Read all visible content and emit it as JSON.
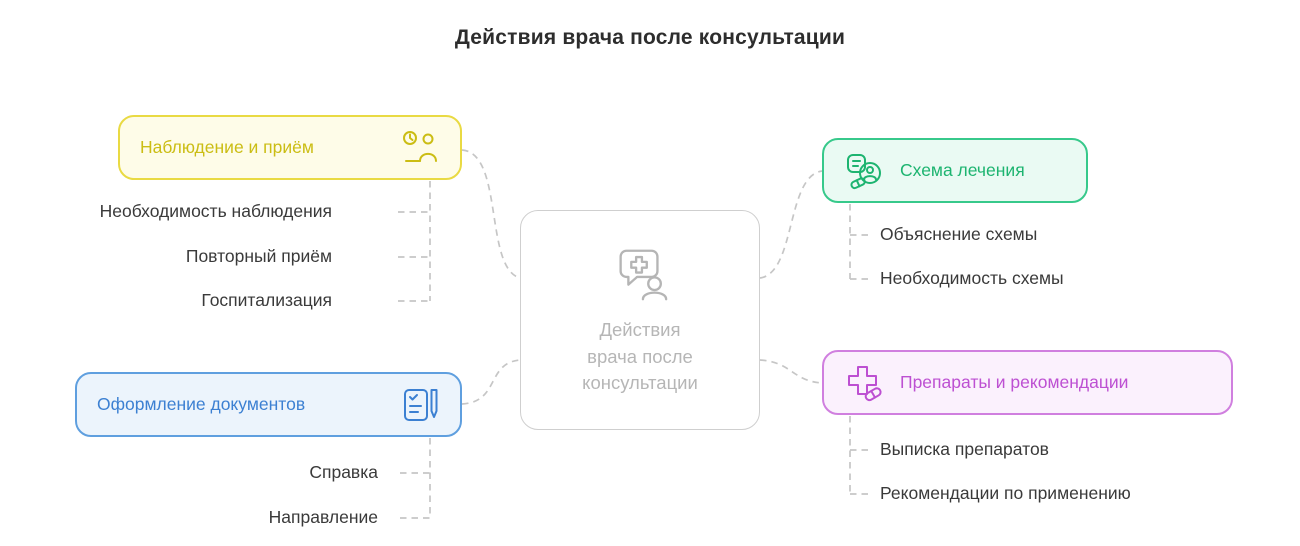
{
  "title": "Действия врача после консультации",
  "center": {
    "lines": [
      "Действия",
      "врача после",
      "консультации"
    ],
    "icon": "consultation-chat-medical-icon"
  },
  "branches": [
    {
      "label": "Наблюдение и приём",
      "icon": "appointment-clock-person-icon",
      "colors": {
        "border": "#e9da43",
        "background": "#fefce8",
        "text": "#cbbd14"
      },
      "items": [
        "Необходимость наблюдения",
        "Повторный приём",
        "Госпитализация"
      ]
    },
    {
      "label": "Оформление документов",
      "icon": "document-pen-icon",
      "colors": {
        "border": "#5f9fdf",
        "background": "#ecf4fc",
        "text": "#3c80d2"
      },
      "items": [
        "Справка",
        "Направление"
      ]
    },
    {
      "label": "Схема лечения",
      "icon": "treatment-plan-icon",
      "colors": {
        "border": "#37c98b",
        "background": "#eafaf3",
        "text": "#1db470"
      },
      "items": [
        "Объяснение схемы",
        "Необходимость схемы"
      ]
    },
    {
      "label": "Препараты и рекомендации",
      "icon": "medication-cross-pill-icon",
      "colors": {
        "border": "#d07fdf",
        "background": "#fbf1fd",
        "text": "#bd50d2"
      },
      "items": [
        "Выписка препаратов",
        "Рекомендации по применению"
      ]
    }
  ],
  "connector_color": "#c6c6c6"
}
